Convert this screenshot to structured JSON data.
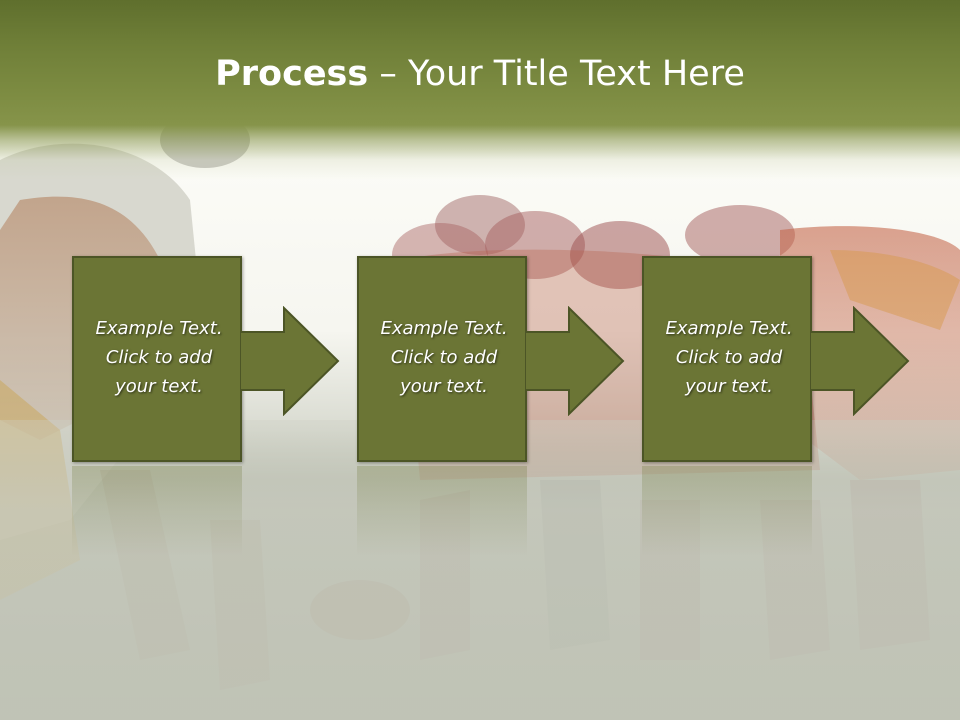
{
  "slide": {
    "title_bold": "Process",
    "title_rest": " – Your Title Text Here",
    "steps": [
      {
        "line1": "Example Text.",
        "line2": "Click  to add",
        "line3": "your text."
      },
      {
        "line1": "Example Text.",
        "line2": "Click  to add",
        "line3": "your text."
      },
      {
        "line1": "Example Text.",
        "line2": "Click  to add",
        "line3": "your text."
      }
    ]
  },
  "colors": {
    "title_band": "#7d8c42",
    "box_fill": "#6b7535",
    "box_border": "#4c5526",
    "text": "#ffffff"
  },
  "icons": [
    "right-arrow-icon"
  ]
}
